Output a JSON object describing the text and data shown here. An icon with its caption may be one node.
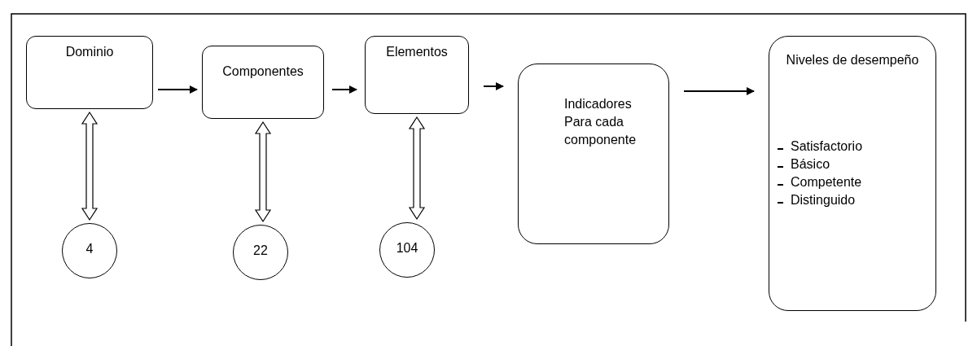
{
  "diagram": {
    "nodes": [
      {
        "text": [
          "Dominio"
        ]
      },
      {
        "text": [
          "Componentes"
        ]
      },
      {
        "text": [
          "Elementos"
        ]
      },
      {
        "text": [
          "Indicadores Para cada componente"
        ]
      },
      {
        "text": [
          "Niveles de desempeño",
          "Satisfactorio",
          "Básico",
          "Competente",
          "Distinguido"
        ]
      },
      {
        "text": [
          "4"
        ]
      },
      {
        "text": [
          "22"
        ]
      },
      {
        "text": [
          "104"
        ]
      }
    ],
    "edges": [
      {
        "from": 0,
        "to": 1,
        "arrow": "to"
      },
      {
        "from": 1,
        "to": 2,
        "arrow": "to"
      },
      {
        "from": 2,
        "to": 3,
        "arrow": "to"
      },
      {
        "from": 3,
        "to": 4,
        "arrow": "to"
      },
      {
        "from": 0,
        "to": 5,
        "arrow": "both",
        "style": "thick"
      },
      {
        "from": 1,
        "to": 6,
        "arrow": "both",
        "style": "thick"
      },
      {
        "from": 2,
        "to": 7,
        "arrow": "both",
        "style": "thick"
      }
    ]
  }
}
